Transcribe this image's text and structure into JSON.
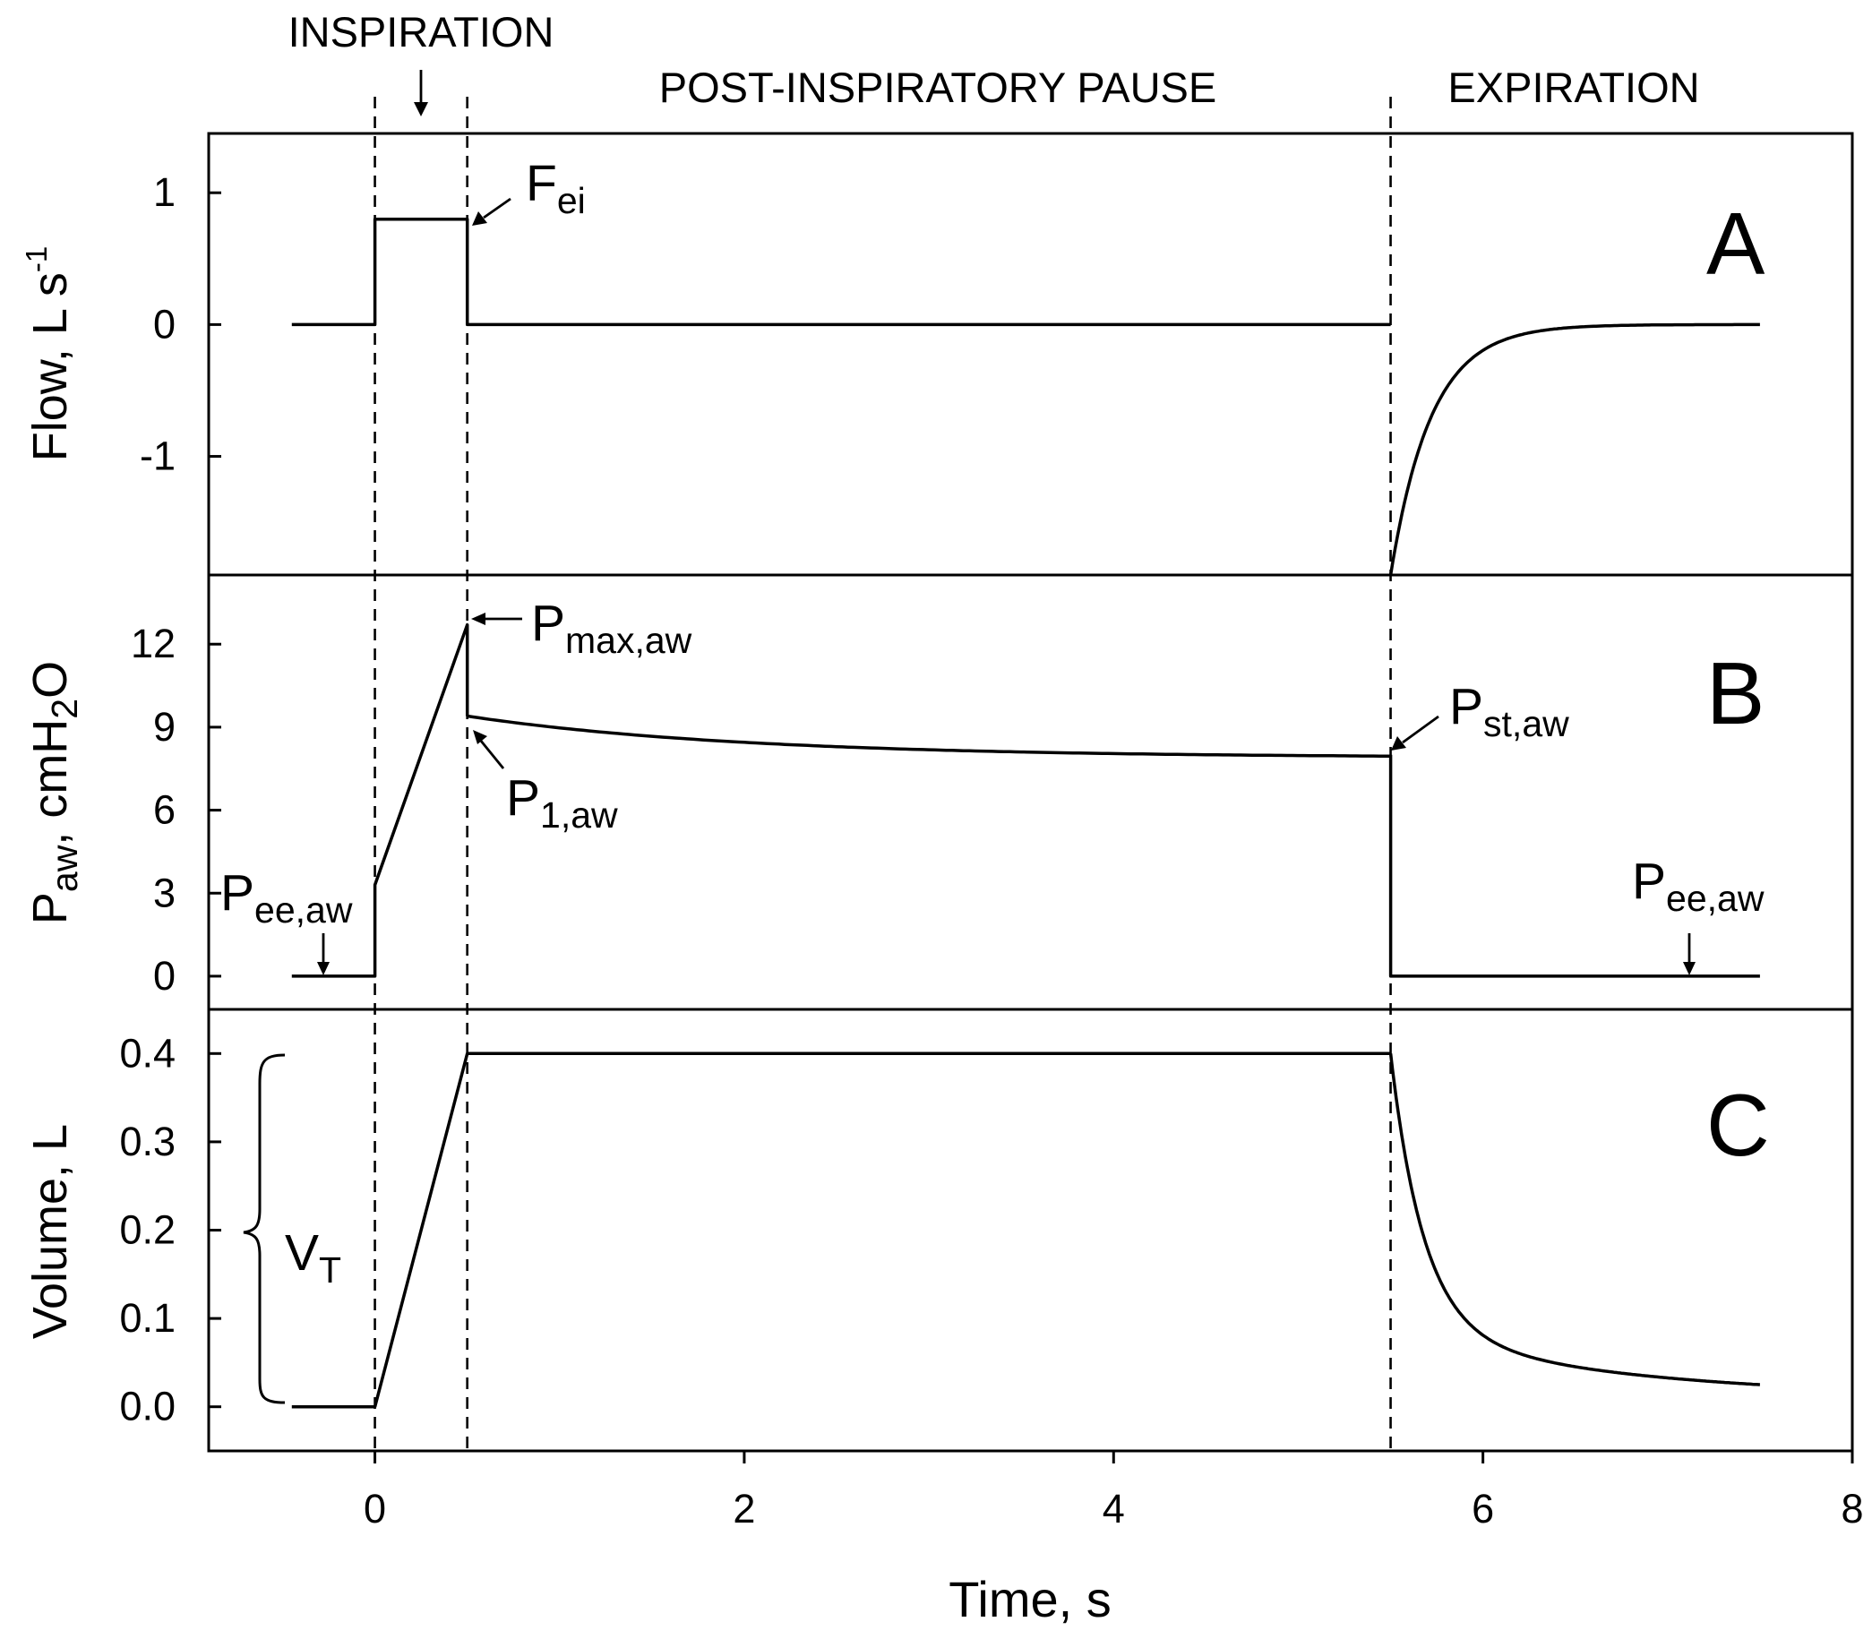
{
  "chart_data": {
    "type": "line",
    "x_label": "Time, s",
    "x_ticks": [
      "0",
      "2",
      "4",
      "6",
      "8"
    ],
    "xlim": [
      -0.9,
      8.0
    ],
    "phases": [
      "INSPIRATION",
      "POST-INSPIRATORY PAUSE",
      "EXPIRATION"
    ],
    "phase_boundaries_s": [
      0,
      0.5,
      5.5
    ],
    "panels": [
      {
        "label": "A",
        "y_label": {
          "main": "Flow, L s",
          "sup": "-1"
        },
        "y_ticks": [
          "1",
          "0",
          "-1"
        ],
        "ylim": [
          -1.9,
          1.45
        ],
        "series": [
          {
            "x": [
              -0.45,
              0,
              0,
              0.5,
              0.5,
              5.5
            ],
            "y": [
              0,
              0,
              0.8,
              0.8,
              0,
              0
            ]
          },
          {
            "function": "exp_decay",
            "x_start": 5.5,
            "x_end": 7.5,
            "y_start": -1.9,
            "y_end": 0,
            "tau": 0.22
          }
        ],
        "annotations": [
          {
            "main": "F",
            "sub": "ei"
          }
        ]
      },
      {
        "label": "B",
        "y_label": {
          "main": "P",
          "sub": "aw",
          "rest": ", cmH",
          "sub2": "2",
          "rest2": "O"
        },
        "y_ticks": [
          "12",
          "9",
          "6",
          "3",
          "0"
        ],
        "ylim": [
          -1.2,
          14.5
        ],
        "series": [
          {
            "x": [
              -0.45,
              0,
              0,
              0.5,
              0.5
            ],
            "y": [
              0,
              0,
              3.3,
              12.7,
              9.4
            ]
          },
          {
            "function": "exp_decay",
            "x_start": 0.5,
            "x_end": 5.5,
            "y_start": 9.4,
            "y_end": 7.9,
            "tau": 1.5
          },
          {
            "x": [
              5.5,
              5.5,
              7.5
            ],
            "y": [
              8.0,
              0,
              0
            ]
          }
        ],
        "annotations": [
          {
            "main": "P",
            "sub": "max,aw"
          },
          {
            "main": "P",
            "sub": "1,aw"
          },
          {
            "main": "P",
            "sub": "st,aw"
          },
          {
            "main": "P",
            "sub": "ee,aw"
          },
          {
            "main": "P",
            "sub": "ee,aw"
          }
        ]
      },
      {
        "label": "C",
        "y_label": {
          "main": "Volume, L"
        },
        "y_ticks": [
          "0.4",
          "0.3",
          "0.2",
          "0.1",
          "0.0"
        ],
        "ylim": [
          -0.05,
          0.45
        ],
        "series": [
          {
            "x": [
              -0.45,
              0,
              0.5,
              5.5
            ],
            "y": [
              0,
              0,
              0.4,
              0.4
            ]
          },
          {
            "function": "biexp_decay",
            "x_start": 5.5,
            "x_end": 7.5,
            "y_start": 0.4,
            "y_end": 0.025,
            "fast_tau": 0.18,
            "slow_tau": 1.2
          }
        ],
        "annotations": [
          {
            "main": "V",
            "sub": "T"
          }
        ]
      }
    ]
  }
}
